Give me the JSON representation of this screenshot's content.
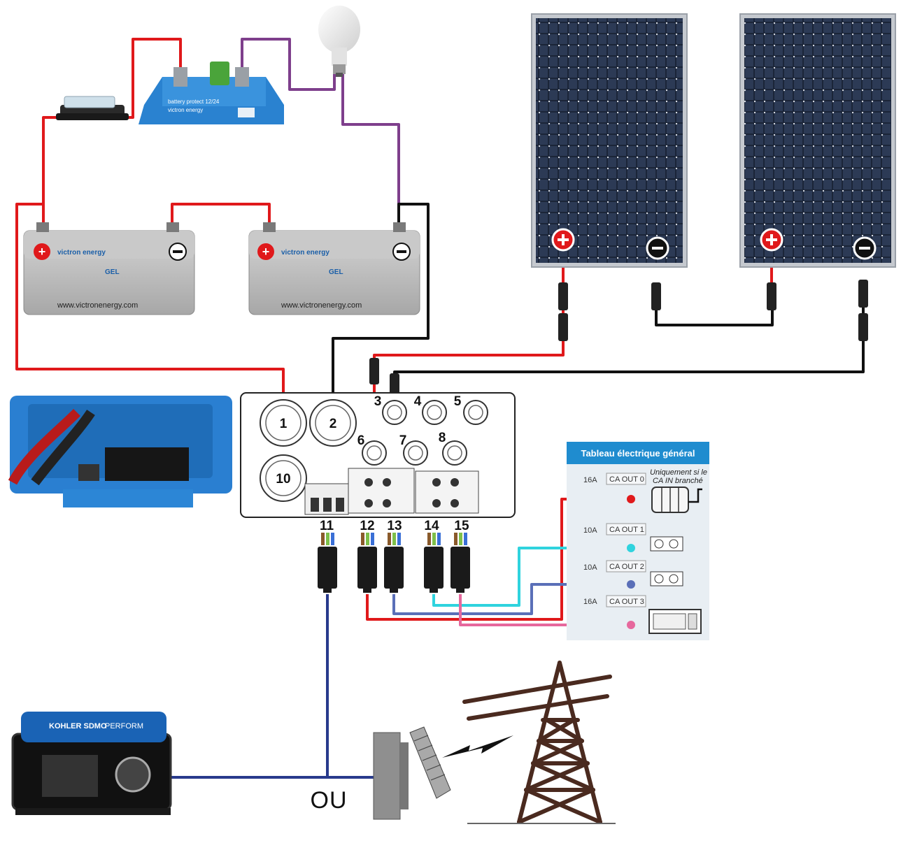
{
  "colors": {
    "positive": "#e0191b",
    "negative": "#111111",
    "purple": "#7e3f8c",
    "navy": "#283a8c",
    "cyan": "#2fd3de",
    "blue": "#5a6fb8",
    "pink": "#e6689d",
    "panel_bg": "#e8eef3",
    "panel_header": "#1f8ccf",
    "victron_blue": "#2a7fd1"
  },
  "battery_protect": {
    "label": "battery protect 12/24",
    "brand": "victron energy"
  },
  "batteries": [
    {
      "brand": "victron energy",
      "type": "GEL",
      "url": "www.victronenergy.com"
    },
    {
      "brand": "victron energy",
      "type": "GEL",
      "url": "www.victronenergy.com"
    }
  ],
  "terminal_numbers": [
    "1",
    "2",
    "3",
    "4",
    "5",
    "6",
    "7",
    "8",
    "10",
    "11",
    "12",
    "13",
    "14",
    "15"
  ],
  "panel": {
    "title": "Tableau électrique général",
    "note_line1": "Uniquement si le",
    "note_line2": "CA IN branché",
    "rows": [
      {
        "amps": "16A",
        "label": "CA OUT 0",
        "device": "drum-socket"
      },
      {
        "amps": "10A",
        "label": "CA OUT 1",
        "device": "outlet"
      },
      {
        "amps": "10A",
        "label": "CA OUT 2",
        "device": "outlet"
      },
      {
        "amps": "16A",
        "label": "CA OUT 3",
        "device": "microwave"
      }
    ]
  },
  "generator_brand": "KOHLER SDMO",
  "generator_model": "PERFORM",
  "or_label": "OU"
}
